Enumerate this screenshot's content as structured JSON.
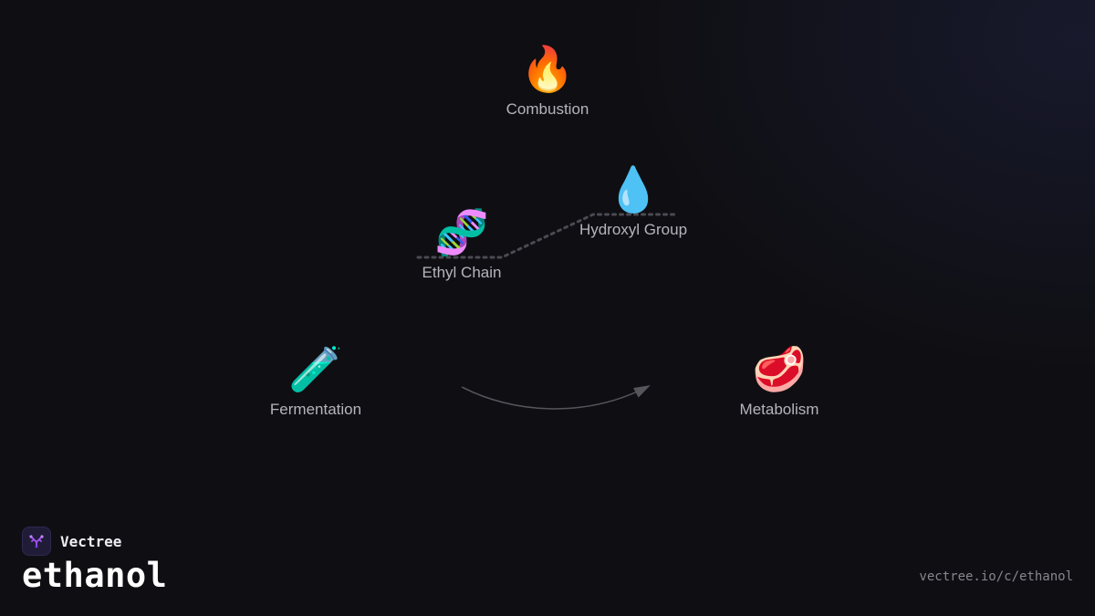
{
  "brand": {
    "name": "Vectree",
    "logo_icon": "tree-logo-icon",
    "accent": "#a855f7"
  },
  "topic": {
    "title": "ethanol",
    "url": "vectree.io/c/ethanol"
  },
  "nodes": {
    "combustion": {
      "label": "Combustion",
      "emoji": "🔥",
      "icon": "fire-icon"
    },
    "hydroxyl": {
      "label": "Hydroxyl Group",
      "emoji": "💧",
      "icon": "droplet-icon"
    },
    "ethyl": {
      "label": "Ethyl Chain",
      "emoji": "🧬",
      "icon": "dna-icon"
    },
    "fermentation": {
      "label": "Fermentation",
      "emoji": "🧪",
      "icon": "test-tube-icon"
    },
    "metabolism": {
      "label": "Metabolism",
      "emoji": "🥩",
      "icon": "meat-icon"
    }
  },
  "edges": [
    {
      "from": "Ethyl Chain",
      "to": "Hydroxyl Group",
      "style": "dotted"
    },
    {
      "from": "Fermentation",
      "to": "Metabolism",
      "style": "curved-arrow"
    }
  ],
  "colors": {
    "background": "#0f0f13",
    "label": "#b4b4bc",
    "edge": "#4a4a52"
  }
}
